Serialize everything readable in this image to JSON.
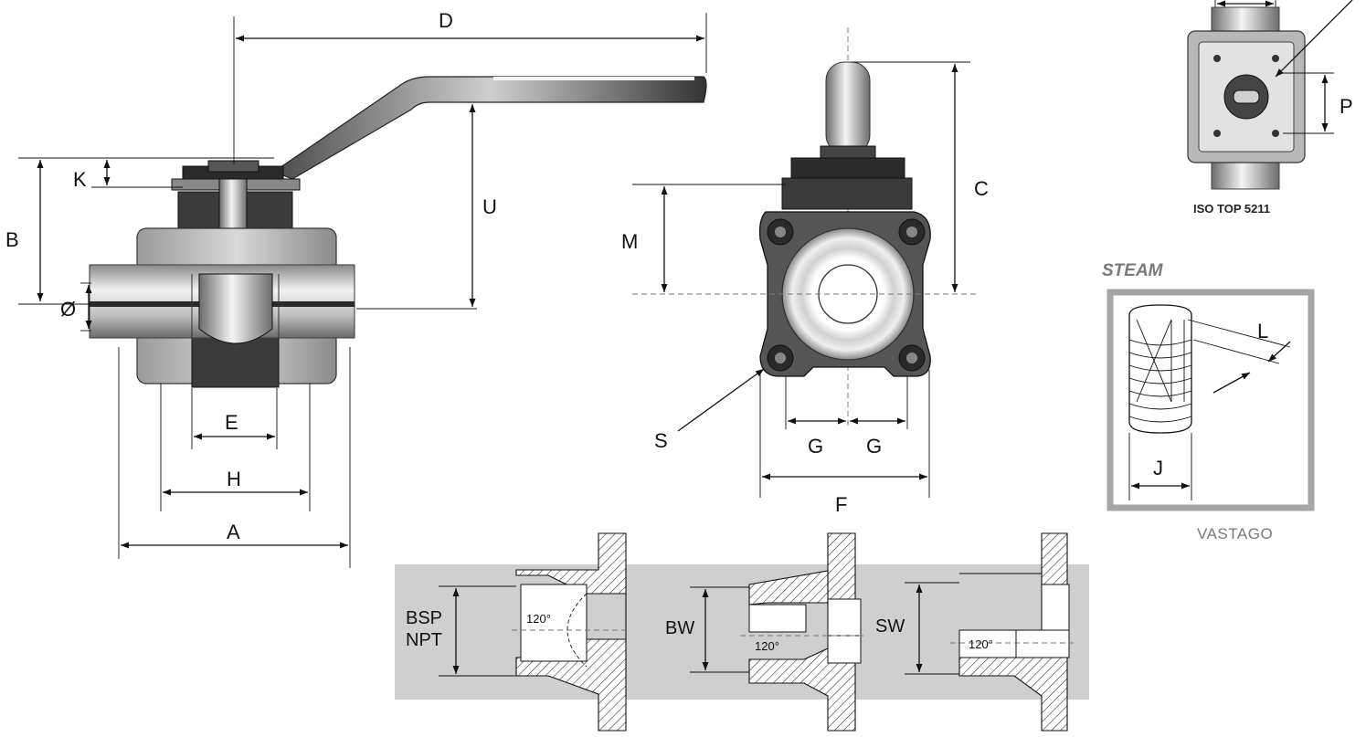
{
  "dimensions": {
    "D": "D",
    "K": "K",
    "B": "B",
    "U": "U",
    "diameter": "Ø",
    "E": "E",
    "H": "H",
    "A": "A",
    "C": "C",
    "M": "M",
    "S": "S",
    "G_left": "G",
    "G_right": "G",
    "F": "F",
    "P": "P",
    "L": "L",
    "J": "J"
  },
  "iso_label": "ISO TOP 5211",
  "steam_title": "STEAM",
  "stem_caption": "VASTAGO",
  "connections": {
    "threaded_label_1": "BSP",
    "threaded_label_2": "NPT",
    "butt_weld_label": "BW",
    "socket_weld_label": "SW",
    "angle_1": "120°",
    "angle_2": "120°",
    "angle_3": "120°"
  },
  "colors": {
    "panel_gray": "#cfcfcf",
    "steam_frame": "#a6a6a6",
    "metal_light": "#e6e6e6",
    "metal_dark": "#3a3a3a"
  }
}
